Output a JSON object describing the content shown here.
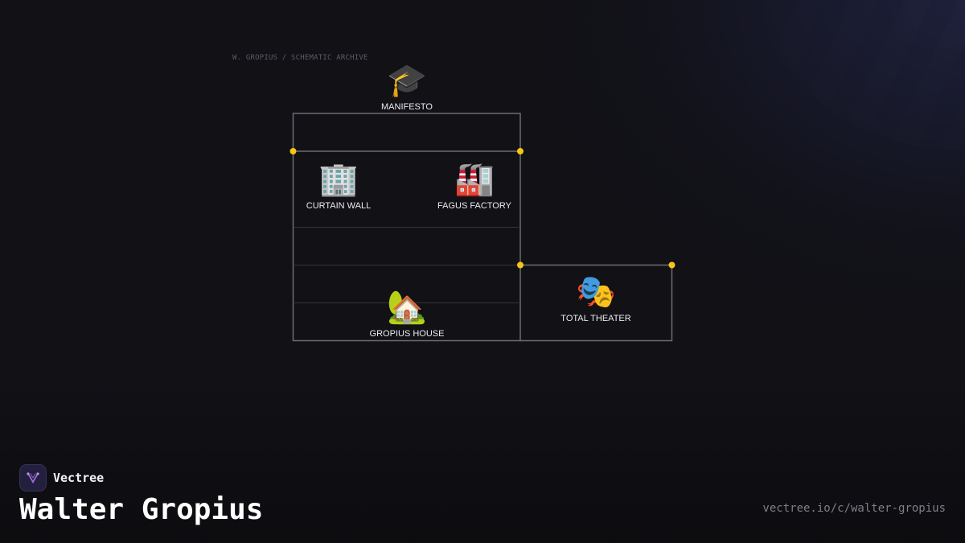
{
  "diagram": {
    "caption": "W. GROPIUS / SCHEMATIC ARCHIVE",
    "nodes": [
      {
        "label": "MANIFESTO",
        "icon": "graduation-cap-icon",
        "emoji": "🎓"
      },
      {
        "label": "CURTAIN WALL",
        "icon": "office-building-icon",
        "emoji": "🏢"
      },
      {
        "label": "FAGUS FACTORY",
        "icon": "factory-icon",
        "emoji": "🏭"
      },
      {
        "label": "GROPIUS HOUSE",
        "icon": "house-with-garden-icon",
        "emoji": "🏡"
      },
      {
        "label": "TOTAL THEATER",
        "icon": "theater-masks-icon",
        "emoji": "🎭"
      }
    ],
    "colors": {
      "frame": "#6c6c72",
      "divider": "#34343a",
      "junction": "#f5c518"
    }
  },
  "footer": {
    "brand": "Vectree",
    "brand_icon": "vectree-logo-icon",
    "title": "Walter Gropius",
    "url": "vectree.io/c/walter-gropius"
  }
}
